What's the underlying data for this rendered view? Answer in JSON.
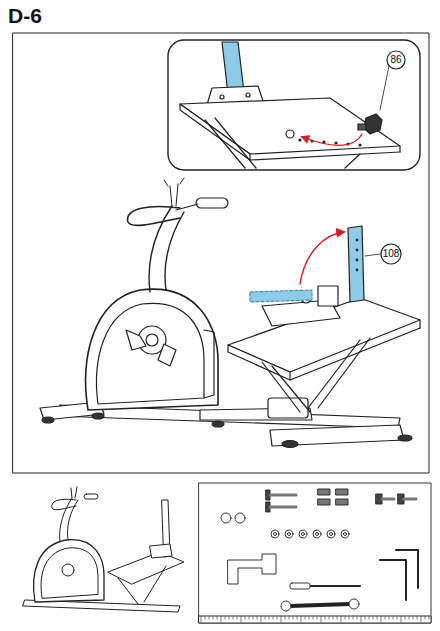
{
  "diagram": {
    "title": "D-6",
    "labels": [
      "86",
      "108"
    ]
  }
}
